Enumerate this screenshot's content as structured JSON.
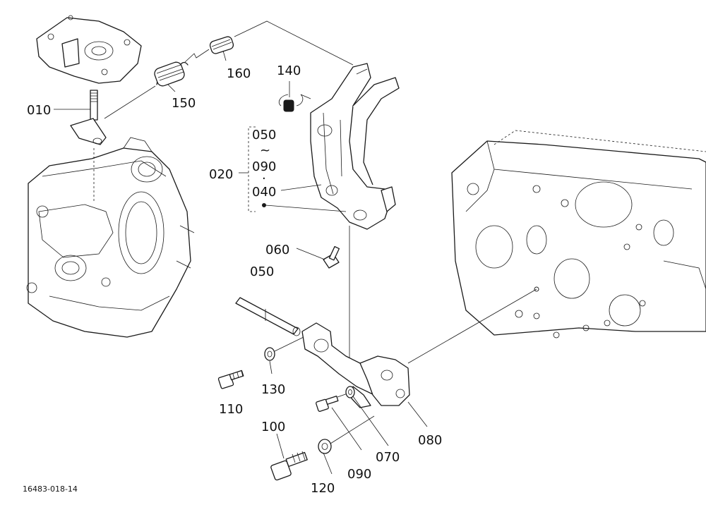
{
  "diagram": {
    "drawing_number": "16483-018-14",
    "callouts": [
      {
        "id": "c010",
        "label": "010"
      },
      {
        "id": "c020",
        "label": "020"
      },
      {
        "id": "c050a",
        "label": "050"
      },
      {
        "id": "ctilde",
        "label": "~"
      },
      {
        "id": "c090a",
        "label": "090"
      },
      {
        "id": "cdot",
        "label": "·"
      },
      {
        "id": "c040",
        "label": "040"
      },
      {
        "id": "c060",
        "label": "060"
      },
      {
        "id": "c050b",
        "label": "050"
      },
      {
        "id": "c100",
        "label": "100"
      },
      {
        "id": "c110",
        "label": "110"
      },
      {
        "id": "c120",
        "label": "120"
      },
      {
        "id": "c130",
        "label": "130"
      },
      {
        "id": "c140",
        "label": "140"
      },
      {
        "id": "c150",
        "label": "150"
      },
      {
        "id": "c160",
        "label": "160"
      },
      {
        "id": "c070",
        "label": "070"
      },
      {
        "id": "c080",
        "label": "080"
      },
      {
        "id": "c090b",
        "label": "090"
      }
    ]
  }
}
